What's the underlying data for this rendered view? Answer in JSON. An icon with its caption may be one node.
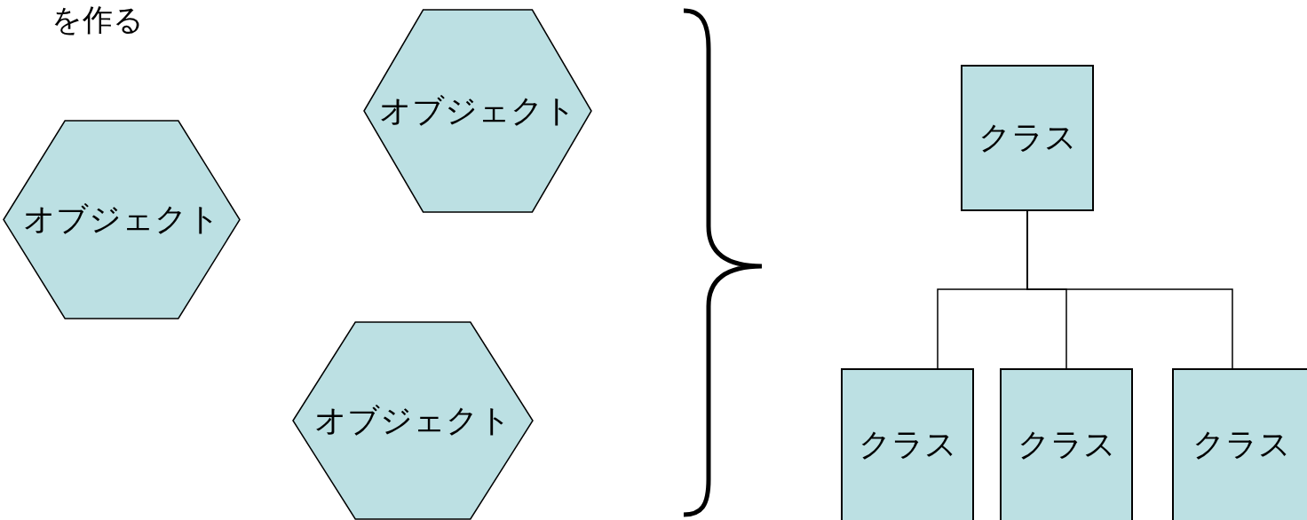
{
  "diagram": {
    "nodes": [
      {
        "text": [
          "オブジェクト"
        ]
      },
      {
        "text": [
          "オブジェクト"
        ]
      },
      {
        "text": [
          "オブジェクト"
        ]
      },
      {
        "text": [
          "クラス"
        ]
      },
      {
        "text": [
          "クラス"
        ]
      },
      {
        "text": [
          "クラス"
        ]
      },
      {
        "text": [
          "クラス"
        ]
      }
    ],
    "edges": [
      {
        "from": 3,
        "to": 4,
        "arrow": "none"
      },
      {
        "from": 3,
        "to": 5,
        "arrow": "none"
      },
      {
        "from": 3,
        "to": 6,
        "arrow": "none"
      }
    ],
    "labels": [
      "を作る"
    ]
  }
}
